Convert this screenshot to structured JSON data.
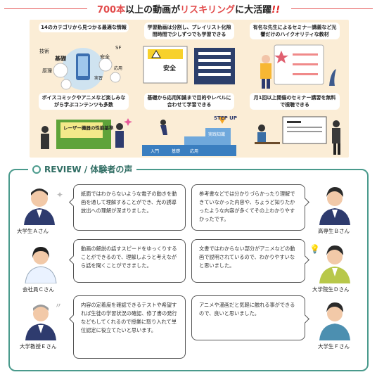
{
  "header": {
    "title_count": "700本",
    "title_mid": "以上の動画が",
    "title_red": "リスキリング",
    "title_end": "に大活躍",
    "title_excl": "!!"
  },
  "features": [
    {
      "caption": "14のカテゴリから見つかる最適な情報",
      "tags": [
        "技術",
        "基礎",
        "安全",
        "SF",
        "応用",
        "原理",
        "実習"
      ]
    },
    {
      "caption": "学習動画は分割し、プレイリスト化隙間時間で少しずつでも学習できる",
      "sign_text": "安全"
    },
    {
      "caption": "有名な先生によるセミナー講義など光響だけのハイクオリティな教材"
    },
    {
      "caption": "ボイスコミックやアニメなど楽しみながら学ぶコンテンツも多数",
      "comic_text": "レーザー機器の性能基準"
    },
    {
      "caption": "基礎から応用知識まで目的やレベルに合わせて学習できる",
      "step_up": "STEP UP",
      "steps": [
        "入門",
        "基礎",
        "応用",
        "実践知識"
      ]
    },
    {
      "caption": "月1回以上開催のセミナー講習を無料で視聴できる"
    }
  ],
  "review": {
    "title": "REVIEW / 体験者の声",
    "items": [
      {
        "person": "大学生Ａさん",
        "text": "紙面ではわからないような電子の動きを動画を通して理解することができ、光の誘導放出への理解が深まりました。"
      },
      {
        "person": "高専生Ｂさん",
        "text": "参考書などでは分かりづらかったり理解できていなかった内容や、ちょうど知りたかったような内容が多くてその上わかりやすかったです。"
      },
      {
        "person": "会社員Ｃさん",
        "text": "動画の解説の話すスピードをゆっくりすることができるので、理解しようと考えながら話を聞くことができました。"
      },
      {
        "person": "大学院生Ｄさん",
        "text": "文書ではわからない部分がアニメなどの動画で説明されているので、わかりやすいなと思いました。"
      },
      {
        "person": "大学教授Ｅさん",
        "text": "内容の定着度を確認できるテストや希望すれば生徒の学習状況の確認、修了書の発行などもしてくれるので授業に取り入れて単位認定に役立てたいと思います。"
      },
      {
        "person": "大学生Ｆさん",
        "text": "アニメや漫画だと気軽に触れる事ができるので、良いと思いました。"
      }
    ]
  },
  "colors": {
    "accent_red": "#e24c4c",
    "card_bg": "#fbedd6",
    "review_green": "#4a9a8c",
    "navy": "#2e3b6e"
  }
}
